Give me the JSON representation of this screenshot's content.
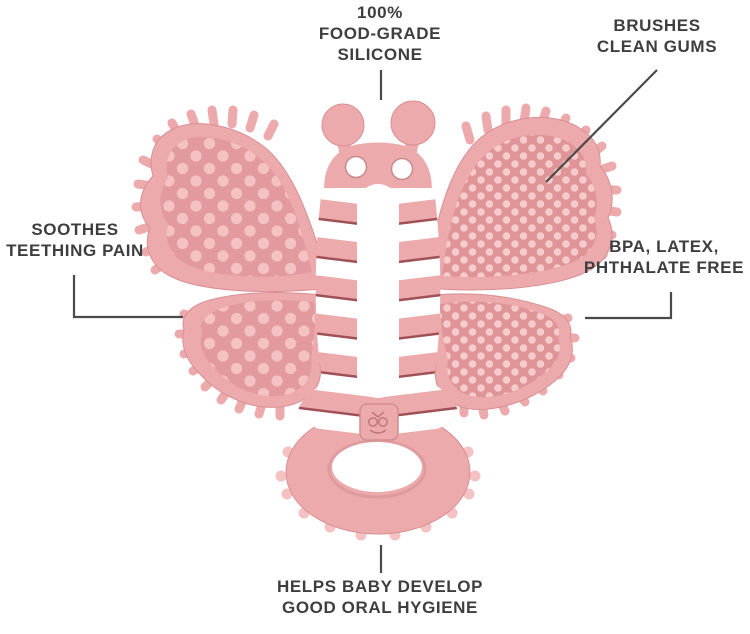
{
  "product": {
    "name": "butterfly teether",
    "description": "Pink butterfly-shaped silicone baby teether with textured bump wings, striped body, and oval ring handle"
  },
  "callouts": {
    "silicone": {
      "lines": [
        "100%",
        "FOOD-GRADE",
        "SILICONE"
      ]
    },
    "brushes": {
      "lines": [
        "BRUSHES",
        "CLEAN GUMS"
      ]
    },
    "soothes": {
      "lines": [
        "SOOTHES",
        "TEETHING PAIN"
      ]
    },
    "bpa": {
      "lines": [
        "BPA, LATEX,",
        "PHTHALATE FREE"
      ]
    },
    "hygiene": {
      "lines": [
        "HELPS BABY DEVELOP",
        "GOOD ORAL HYGIENE"
      ]
    }
  },
  "colors": {
    "text": "#3E3E3E",
    "line": "#4A4A4A",
    "pink_base": "#ECAAAD",
    "pink_edge": "#D98F93",
    "pink_dark": "#E29A9E",
    "pink_darker": "#DF9498",
    "bump": "#F4C2C3",
    "bump2": "#F6CBCB",
    "crevice": "#A05157",
    "white": "#FFFFFF",
    "bg": "#FFFFFF"
  }
}
